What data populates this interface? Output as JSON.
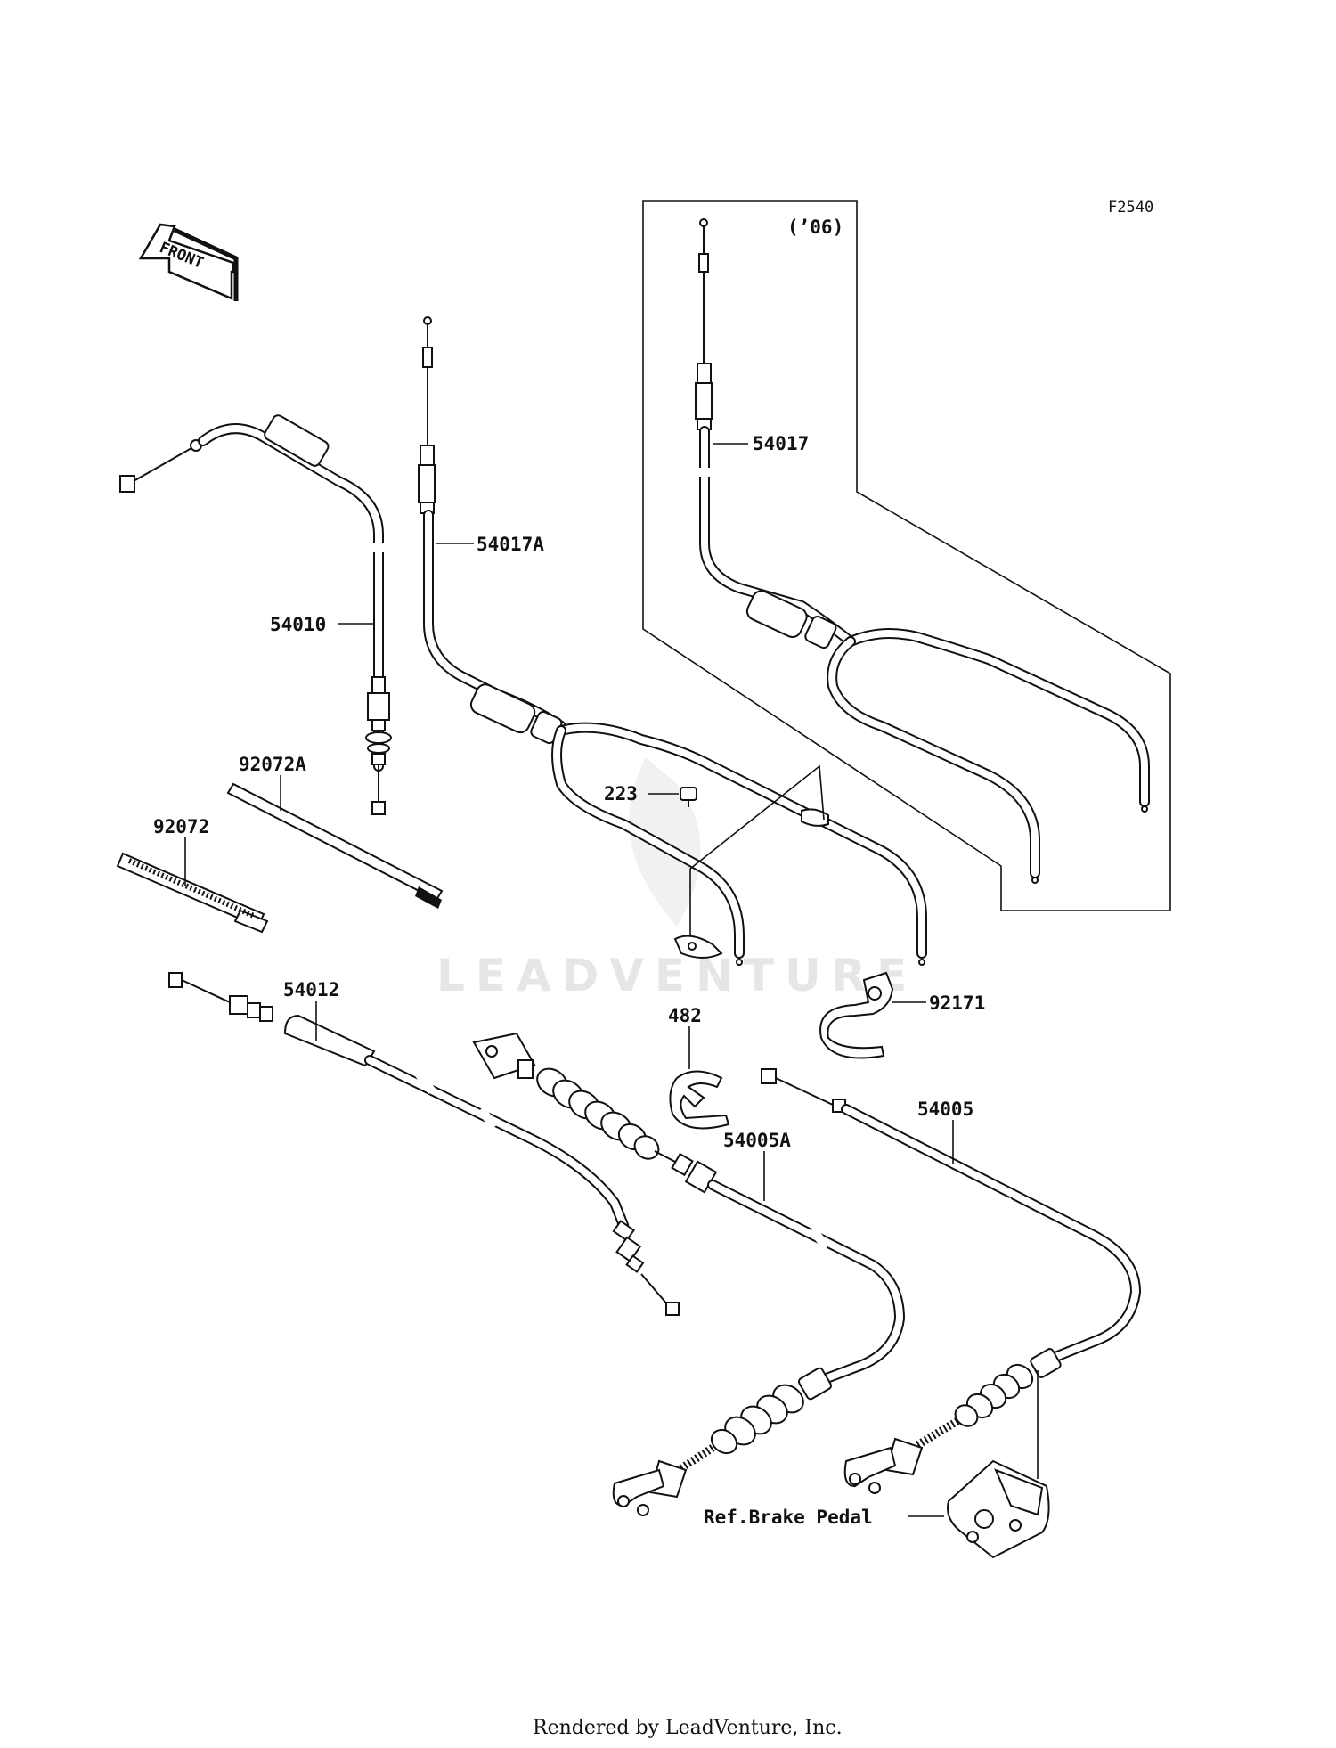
{
  "diagram_code": "F2540",
  "inset_note": "(’06)",
  "front_arrow_label": "FRONT",
  "watermark": "LEADVENTURE",
  "footer": "Rendered by LeadVenture, Inc.",
  "callouts": {
    "p54017": "54017",
    "p54017A": "54017A",
    "p54010": "54010",
    "p92072A": "92072A",
    "p92072": "92072",
    "p223": "223",
    "p54012": "54012",
    "p482": "482",
    "p92171": "92171",
    "p54005A": "54005A",
    "p54005": "54005",
    "ref_brake_pedal": "Ref.Brake Pedal"
  }
}
